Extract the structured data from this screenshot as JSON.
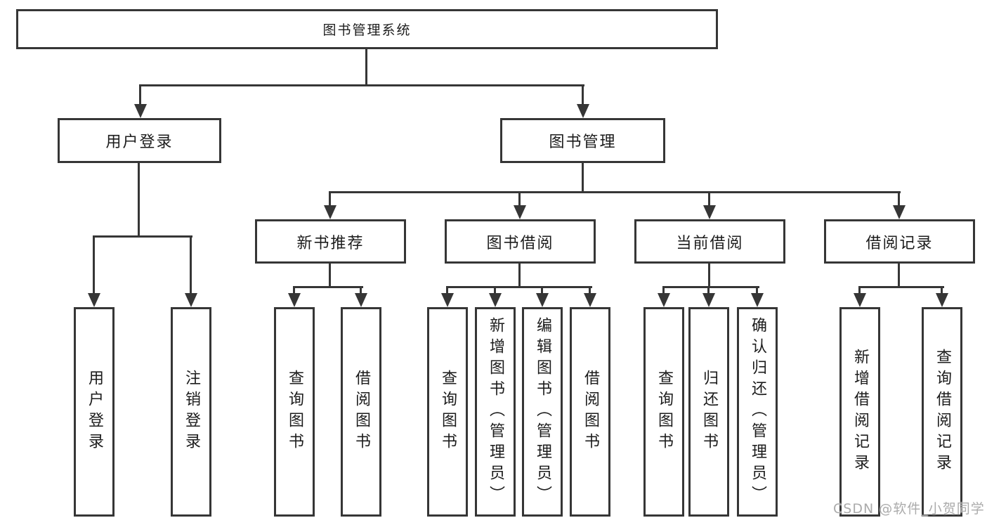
{
  "tree": {
    "label": "图书管理系统",
    "children": [
      {
        "label": "用户登录",
        "children": [
          {
            "label": "用户登录"
          },
          {
            "label": "注销登录"
          }
        ]
      },
      {
        "label": "图书管理",
        "children": [
          {
            "label": "新书推荐",
            "children": [
              {
                "label": "查询图书"
              },
              {
                "label": "借阅图书"
              }
            ]
          },
          {
            "label": "图书借阅",
            "children": [
              {
                "label": "查询图书"
              },
              {
                "label": "新增图书（管理员）"
              },
              {
                "label": "编辑图书（管理员）"
              },
              {
                "label": "借阅图书"
              }
            ]
          },
          {
            "label": "当前借阅",
            "children": [
              {
                "label": "查询图书"
              },
              {
                "label": "归还图书"
              },
              {
                "label": "确认归还（管理员）"
              }
            ]
          },
          {
            "label": "借阅记录",
            "children": [
              {
                "label": "新增借阅记录"
              },
              {
                "label": "查询借阅记录"
              }
            ]
          }
        ]
      }
    ]
  },
  "watermark": "CSDN @软件_小贺同学",
  "colors": {
    "line": "#363636",
    "box_border": "#363636",
    "text": "#1c1c1c",
    "watermark": "#ababab",
    "background": "#ffffff"
  }
}
